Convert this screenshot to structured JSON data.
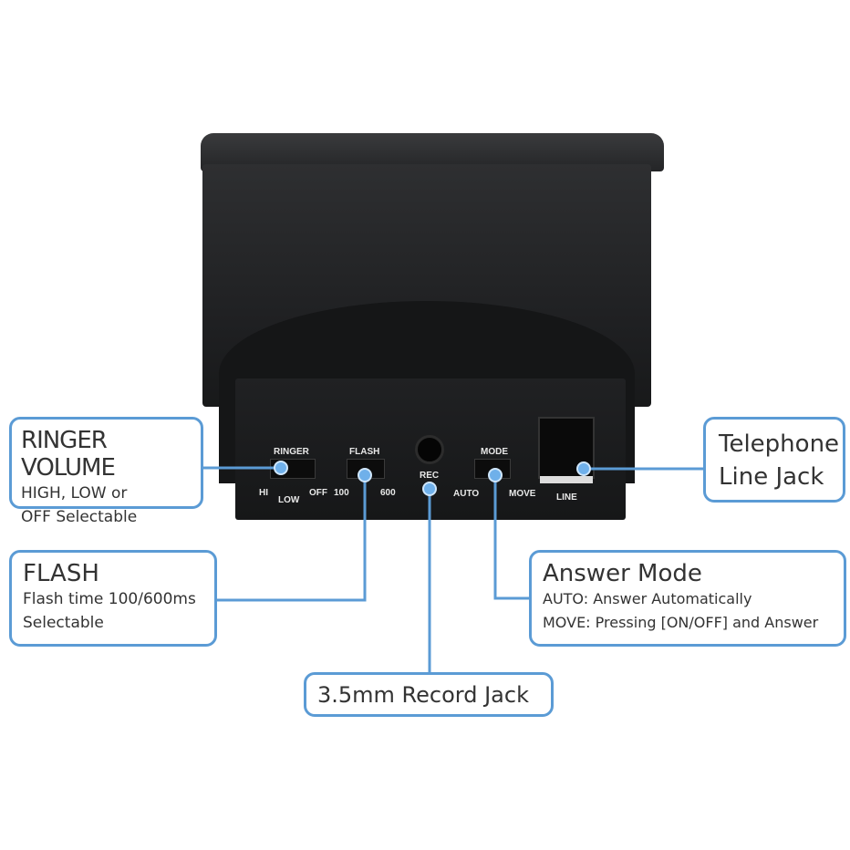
{
  "device": {
    "ringer_label": "RINGER",
    "ringer_positions": [
      "HI",
      "LOW",
      "OFF"
    ],
    "flash_label": "FLASH",
    "flash_positions": [
      "100",
      "600"
    ],
    "rec_label": "REC",
    "mode_label": "MODE",
    "mode_positions": [
      "AUTO",
      "MOVE"
    ],
    "line_label": "LINE"
  },
  "callouts": {
    "ringer": {
      "title": "RINGER VOLUME",
      "line1": "HIGH, LOW or",
      "line2": "OFF Selectable"
    },
    "telephone": {
      "line1": "Telephone",
      "line2": "Line Jack"
    },
    "flash": {
      "title": "FLASH",
      "line1": "Flash time 100/600ms",
      "line2": "Selectable"
    },
    "answer": {
      "title": "Answer Mode",
      "line1": "AUTO: Answer Automatically",
      "line2": "MOVE: Pressing [ON/OFF] and Answer"
    },
    "record": {
      "title": "3.5mm Record Jack"
    }
  },
  "colors": {
    "accent": "#5b9bd5"
  }
}
